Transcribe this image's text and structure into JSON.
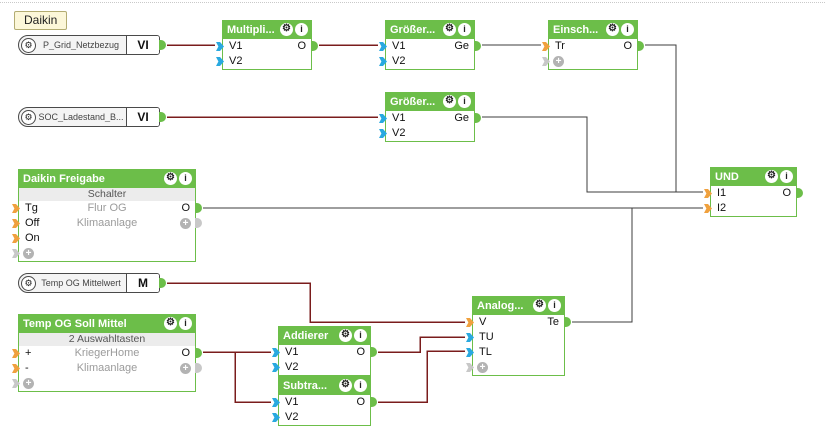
{
  "tab": {
    "label": "Daikin"
  },
  "colors": {
    "block_green": "#6cbe49",
    "wire_red": "#7a1c1c",
    "wire_black": "#3c3c3c",
    "port_cyan": "#29a9e0",
    "port_orange": "#f0a13e",
    "port_gray": "#c8c8c8",
    "tab_bg": "#fcf7d9",
    "tab_border": "#b3ac72"
  },
  "header_icons": {
    "gear": "⚙",
    "info": "i"
  },
  "io_nodes": [
    {
      "id": "p_grid",
      "label": "P_Grid_Netzbezug",
      "type": "VI"
    },
    {
      "id": "soc",
      "label": "SOC_Ladestand_B...",
      "type": "VI"
    },
    {
      "id": "temp_mittel",
      "label": "Temp OG Mittelwert",
      "type": "M"
    }
  ],
  "blocks": [
    {
      "id": "multipli",
      "title": "Multipli...",
      "rows": [
        {
          "port": "cyan",
          "left": "V1",
          "right": "O",
          "out": "green"
        },
        {
          "port": "cyan",
          "left": "V2"
        }
      ]
    },
    {
      "id": "groesser1",
      "title": "Größer...",
      "rows": [
        {
          "port": "cyan",
          "left": "V1",
          "right": "Ge",
          "out": "green"
        },
        {
          "port": "cyan",
          "left": "V2"
        }
      ]
    },
    {
      "id": "einsch",
      "title": "Einsch...",
      "rows": [
        {
          "port": "orange",
          "left": "Tr",
          "right": "O",
          "out": "green"
        },
        {
          "port": "gray",
          "left_plus": true
        }
      ]
    },
    {
      "id": "groesser2",
      "title": "Größer...",
      "rows": [
        {
          "port": "cyan",
          "left": "V1",
          "right": "Ge",
          "out": "green"
        },
        {
          "port": "cyan",
          "left": "V2"
        }
      ]
    },
    {
      "id": "daikin_freigabe",
      "title": "Daikin Freigabe",
      "subtitle": "Schalter",
      "rows": [
        {
          "port": "orange",
          "left": "Tg",
          "center": "Flur OG",
          "right": "O",
          "out": "green"
        },
        {
          "port": "orange",
          "left": "Off",
          "center": "Klimaanlage",
          "right_plus": true,
          "out": "gray"
        },
        {
          "port": "orange",
          "left": "On"
        },
        {
          "port": "gray",
          "left_plus": true
        }
      ]
    },
    {
      "id": "und",
      "title": "UND",
      "rows": [
        {
          "port": "orange",
          "left": "I1",
          "right": "O",
          "out": "green"
        },
        {
          "port": "orange",
          "left": "I2"
        }
      ]
    },
    {
      "id": "tempsoll",
      "title": "Temp OG Soll Mittel",
      "subtitle": "2 Auswahltasten",
      "rows": [
        {
          "port": "orange",
          "left": "+",
          "center": "KriegerHome",
          "right": "O",
          "out": "green"
        },
        {
          "port": "orange",
          "left": "-",
          "center": "Klimaanlage",
          "right_plus": true,
          "out": "gray"
        },
        {
          "port": "gray",
          "left_plus": true
        }
      ]
    },
    {
      "id": "addierer",
      "title": "Addierer",
      "rows": [
        {
          "port": "cyan",
          "left": "V1",
          "right": "O",
          "out": "green"
        },
        {
          "port": "cyan",
          "left": "V2"
        }
      ]
    },
    {
      "id": "subtra",
      "title": "Subtra...",
      "rows": [
        {
          "port": "cyan",
          "left": "V1",
          "right": "O",
          "out": "green"
        },
        {
          "port": "cyan",
          "left": "V2"
        }
      ]
    },
    {
      "id": "analog",
      "title": "Analog...",
      "rows": [
        {
          "port": "orange",
          "left": "V",
          "right": "Te",
          "out": "green"
        },
        {
          "port": "cyan",
          "left": "TU"
        },
        {
          "port": "cyan",
          "left": "TL"
        },
        {
          "port": "gray",
          "left_plus": true
        }
      ]
    }
  ],
  "connections": [
    {
      "from": "p_grid.VI",
      "to": "multipli.V1",
      "color": "red"
    },
    {
      "from": "soc.VI",
      "to": "groesser2.V1",
      "color": "red"
    },
    {
      "from": "multipli.O",
      "to": "groesser1.V1",
      "color": "red"
    },
    {
      "from": "temp_mittel.M",
      "to": "analog.V",
      "color": "red"
    },
    {
      "from": "tempsoll.O",
      "to": "addierer.V1",
      "color": "red"
    },
    {
      "from": "tempsoll.O",
      "to": "subtra.V1",
      "color": "red"
    },
    {
      "from": "addierer.O",
      "to": "analog.TU",
      "color": "red"
    },
    {
      "from": "subtra.O",
      "to": "analog.TL",
      "color": "red"
    },
    {
      "from": "groesser1.Ge",
      "to": "einsch.Tr",
      "color": "black"
    },
    {
      "from": "einsch.O",
      "to": "und.I1",
      "color": "black"
    },
    {
      "from": "groesser2.Ge",
      "to": "und.I1",
      "color": "black"
    },
    {
      "from": "daikin_freigabe.O",
      "to": "und.I2",
      "color": "black"
    },
    {
      "from": "analog.Te",
      "to": "und.I2",
      "color": "black"
    }
  ]
}
